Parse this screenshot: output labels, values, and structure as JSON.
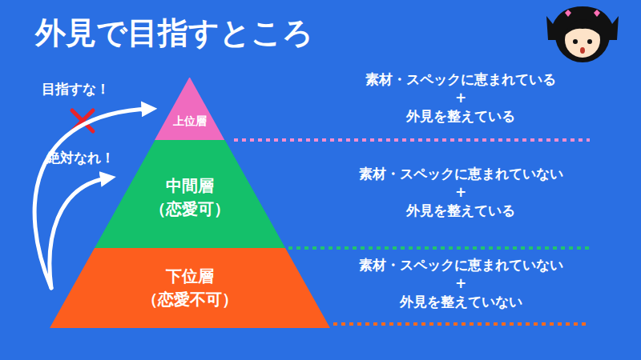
{
  "diagram": {
    "title": "外見で目指すところ",
    "nodes": [
      {
        "text": [
          "上位層"
        ]
      },
      {
        "text": [
          "中間層",
          "（恋愛可）"
        ]
      },
      {
        "text": [
          "下位層",
          "（恋愛不可）"
        ]
      }
    ],
    "edges": [
      {
        "from": 2,
        "to": 0,
        "arrow": "to",
        "label": "目指すな！"
      },
      {
        "from": 2,
        "to": 1,
        "arrow": "to",
        "label": "絶対なれ！"
      }
    ],
    "labels": [
      "素材・スペックに恵まれている",
      "+",
      "外見を整えている",
      "素材・スペックに恵まれていない",
      "+",
      "外見を整えている",
      "素材・スペックに恵まれていない",
      "+",
      "外見を整えていない"
    ]
  }
}
